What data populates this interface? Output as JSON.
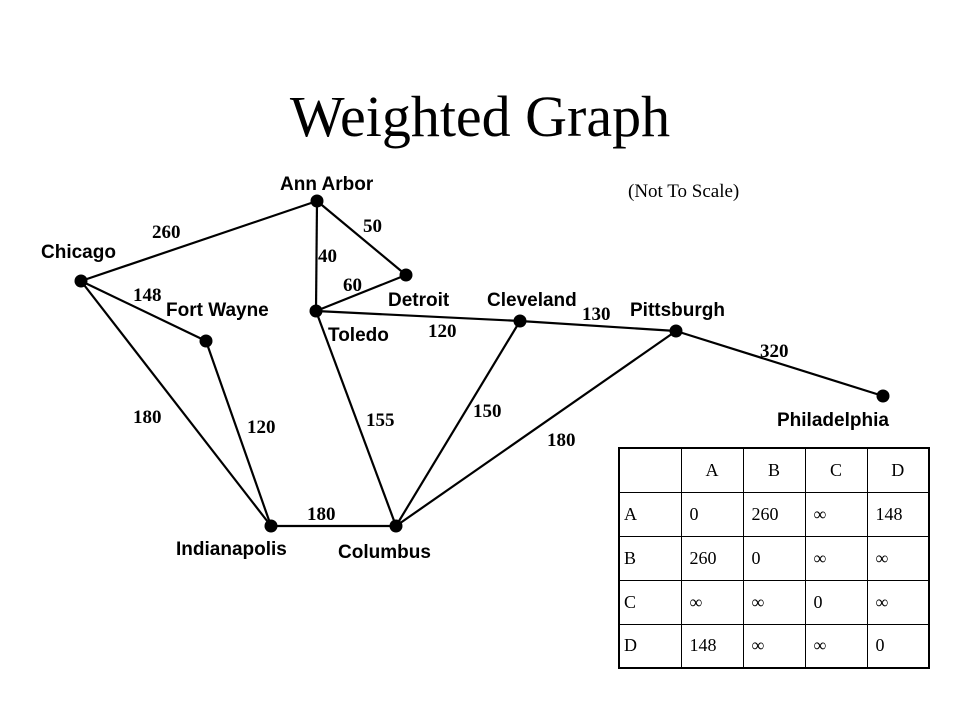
{
  "title": "Weighted Graph",
  "note": "(Not To Scale)",
  "graph": {
    "cities": [
      {
        "id": "ann-arbor",
        "label": "Ann Arbor"
      },
      {
        "id": "chicago",
        "label": "Chicago"
      },
      {
        "id": "detroit",
        "label": "Detroit"
      },
      {
        "id": "fort-wayne",
        "label": "Fort Wayne"
      },
      {
        "id": "toledo",
        "label": "Toledo"
      },
      {
        "id": "cleveland",
        "label": "Cleveland"
      },
      {
        "id": "pittsburgh",
        "label": "Pittsburgh"
      },
      {
        "id": "philadelphia",
        "label": "Philadelphia"
      },
      {
        "id": "indianapolis",
        "label": "Indianapolis"
      },
      {
        "id": "columbus",
        "label": "Columbus"
      }
    ],
    "edges": [
      {
        "from": "chicago",
        "to": "ann-arbor",
        "weight": "260"
      },
      {
        "from": "chicago",
        "to": "fort-wayne",
        "weight": "148"
      },
      {
        "from": "chicago",
        "to": "indianapolis",
        "weight": "180"
      },
      {
        "from": "ann-arbor",
        "to": "toledo",
        "weight": "40"
      },
      {
        "from": "ann-arbor",
        "to": "detroit",
        "weight": "50"
      },
      {
        "from": "detroit",
        "to": "toledo",
        "weight": "60"
      },
      {
        "from": "toledo",
        "to": "cleveland",
        "weight": "120"
      },
      {
        "from": "cleveland",
        "to": "pittsburgh",
        "weight": "130"
      },
      {
        "from": "pittsburgh",
        "to": "philadelphia",
        "weight": "320"
      },
      {
        "from": "fort-wayne",
        "to": "indianapolis",
        "weight": "120"
      },
      {
        "from": "toledo",
        "to": "columbus",
        "weight": "155"
      },
      {
        "from": "cleveland",
        "to": "columbus",
        "weight": "150"
      },
      {
        "from": "pittsburgh",
        "to": "columbus",
        "weight": "180"
      },
      {
        "from": "indianapolis",
        "to": "columbus",
        "weight": "180"
      }
    ]
  },
  "matrix": {
    "columns": [
      "",
      "A",
      "B",
      "C",
      "D"
    ],
    "rows": [
      [
        "A",
        "0",
        "260",
        "∞",
        "148"
      ],
      [
        "B",
        "260",
        "0",
        "∞",
        "∞"
      ],
      [
        "C",
        "∞",
        "∞",
        "0",
        "∞"
      ],
      [
        "D",
        "148",
        "∞",
        "∞",
        "0"
      ]
    ]
  }
}
